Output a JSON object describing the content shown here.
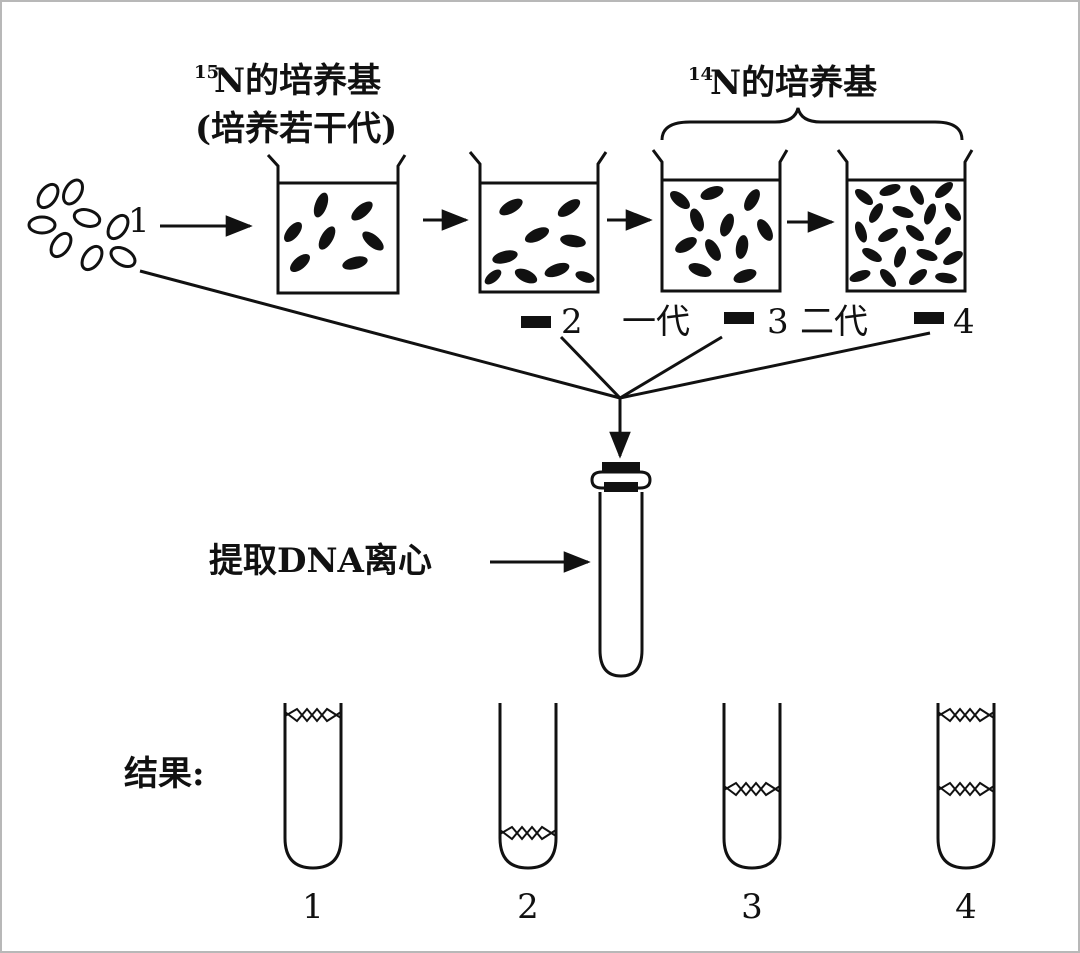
{
  "medium_n15": {
    "isotope": "15",
    "title": "N的培养基",
    "subtitle": "(培养若干代)"
  },
  "medium_n14": {
    "isotope": "14",
    "title": "N的培养基"
  },
  "sample_labels": {
    "initial": "1",
    "s2": "2",
    "gen1": "一代",
    "s3": "3",
    "gen2": "二代",
    "s4": "4"
  },
  "extract_label": "提取DNA离心",
  "results": {
    "label": "结果:",
    "tubes": [
      {
        "number": "1",
        "bands": [
          "top"
        ]
      },
      {
        "number": "2",
        "bands": [
          "bottom"
        ]
      },
      {
        "number": "3",
        "bands": [
          "middle"
        ]
      },
      {
        "number": "4",
        "bands": [
          "top",
          "middle"
        ]
      }
    ]
  },
  "colors": {
    "ink": "#111111",
    "frame": "#b8b8b8",
    "background": "#ffffff"
  }
}
